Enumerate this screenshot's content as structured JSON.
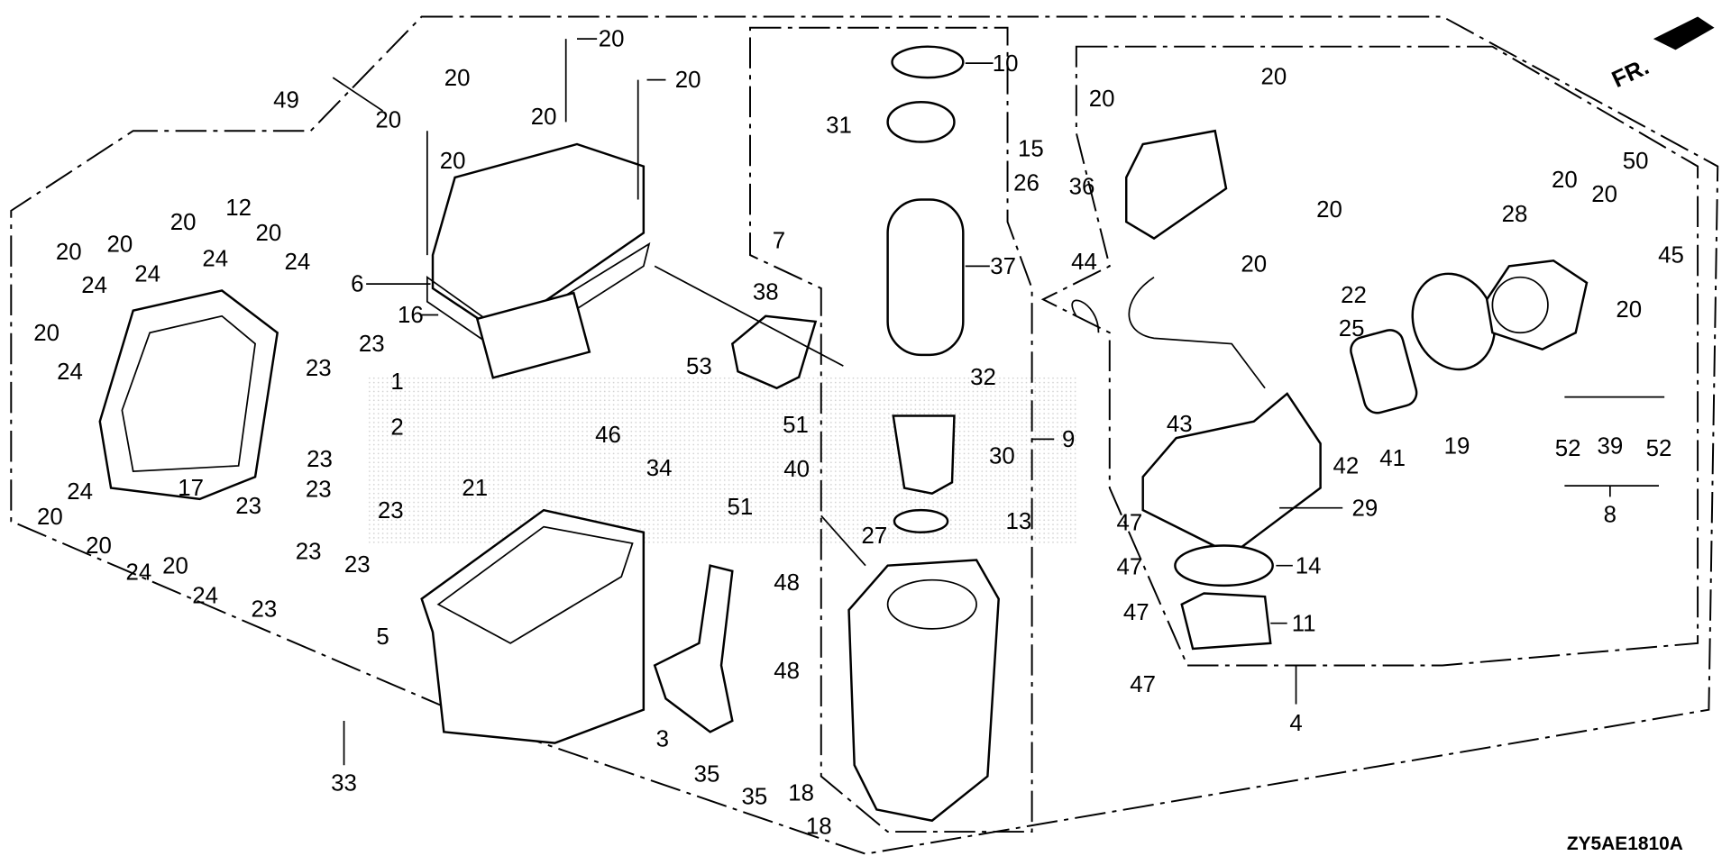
{
  "diagram": {
    "direction_marker": "FR.",
    "drawing_code": "ZY5AE1810A",
    "callouts": [
      "49",
      "20",
      "20",
      "20",
      "20",
      "20",
      "20",
      "12",
      "20",
      "20",
      "24",
      "20",
      "24",
      "24",
      "20",
      "24",
      "20",
      "24",
      "20",
      "24",
      "20",
      "24",
      "20",
      "24",
      "17",
      "6",
      "16",
      "23",
      "1",
      "2",
      "21",
      "23",
      "23",
      "23",
      "23",
      "23",
      "23",
      "23",
      "23",
      "5",
      "33",
      "46",
      "34",
      "53",
      "38",
      "51",
      "40",
      "51",
      "48",
      "48",
      "3",
      "35",
      "35",
      "18",
      "18",
      "10",
      "31",
      "15",
      "26",
      "7",
      "37",
      "32",
      "30",
      "9",
      "13",
      "27",
      "47",
      "47",
      "47",
      "47",
      "44",
      "36",
      "20",
      "20",
      "20",
      "20",
      "22",
      "25",
      "43",
      "42",
      "41",
      "19",
      "29",
      "14",
      "11",
      "4",
      "28",
      "20",
      "20",
      "50",
      "45",
      "20",
      "52",
      "39",
      "52",
      "8"
    ]
  }
}
